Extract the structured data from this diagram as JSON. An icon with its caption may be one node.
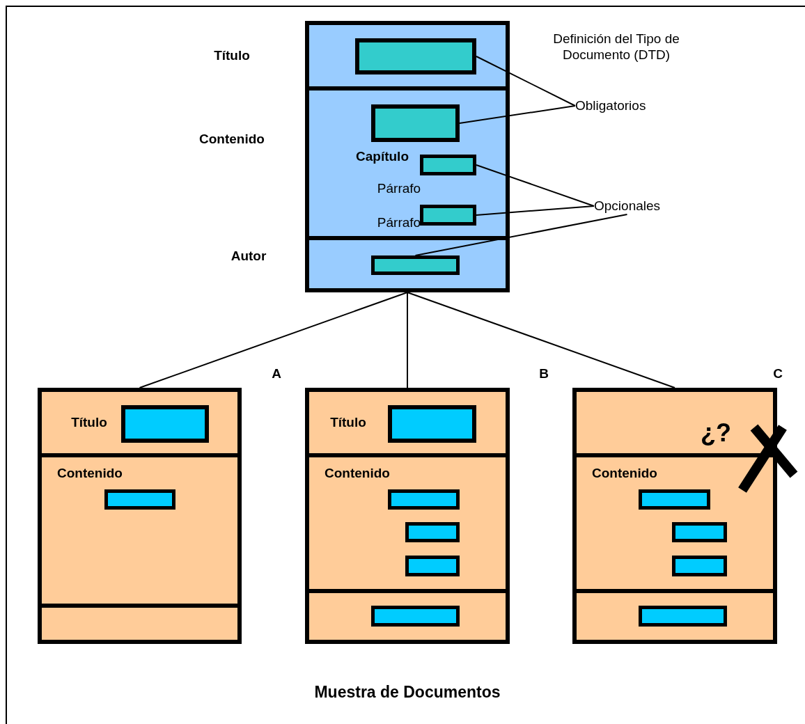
{
  "diagram": {
    "caption": "Muestra de Documentos",
    "nodes": [
      {
        "text": [
          "Definición del Tipo de Documento (DTD)"
        ]
      },
      {
        "text": [
          "Título"
        ],
        "in": 0
      },
      {
        "text": [],
        "shape": "box",
        "in": 1
      },
      {
        "text": [
          "Contenido"
        ],
        "in": 0
      },
      {
        "text": [],
        "shape": "box",
        "in": 3
      },
      {
        "text": [],
        "shape": "box",
        "in": 3,
        "beside": [
          "Capítulo"
        ]
      },
      {
        "text": [],
        "shape": "box",
        "in": 3
      },
      {
        "text": [
          "Autor"
        ],
        "in": 0
      },
      {
        "text": [],
        "shape": "box",
        "in": 7
      },
      {
        "text": [
          "Obligatorios"
        ]
      },
      {
        "text": [
          "Opcionales"
        ]
      },
      {
        "text": [
          "A"
        ]
      },
      {
        "text": [
          "Título"
        ],
        "in": 11
      },
      {
        "text": [],
        "shape": "box",
        "in": 12
      },
      {
        "text": [
          "Contenido"
        ],
        "in": 11
      },
      {
        "text": [],
        "shape": "box",
        "in": 14
      },
      {
        "text": [],
        "shape": "box",
        "in": 11
      },
      {
        "text": [
          "B"
        ]
      },
      {
        "text": [
          "Título"
        ],
        "in": 17
      },
      {
        "text": [],
        "shape": "box",
        "in": 18
      },
      {
        "text": [
          "Contenido"
        ],
        "in": 17
      },
      {
        "text": [],
        "shape": "box",
        "in": 20
      },
      {
        "text": [],
        "shape": "box",
        "in": 20
      },
      {
        "text": [],
        "shape": "box",
        "in": 20
      },
      {
        "text": [],
        "shape": "box",
        "in": 17
      },
      {
        "text": [],
        "shape": "box",
        "in": 24
      },
      {
        "text": [
          "C"
        ]
      },
      {
        "text": [
          "¿?"
        ],
        "in": 26
      },
      {
        "text": [
          "Contenido"
        ],
        "in": 26
      },
      {
        "text": [],
        "shape": "box",
        "in": 28
      },
      {
        "text": [],
        "shape": "box",
        "in": 28
      },
      {
        "text": [],
        "shape": "box",
        "in": 28
      },
      {
        "text": [],
        "shape": "box",
        "in": 26
      },
      {
        "text": [],
        "shape": "box",
        "in": 32
      }
    ],
    "edges": [
      {
        "from": 9,
        "to": 2,
        "arrow": "none"
      },
      {
        "from": 9,
        "to": 4,
        "arrow": "none"
      },
      {
        "from": 10,
        "to": 5,
        "arrow": "none"
      },
      {
        "from": 10,
        "to": 6,
        "arrow": "none"
      },
      {
        "from": 10,
        "to": 8,
        "arrow": "none"
      },
      {
        "from": 0,
        "to": 11,
        "arrow": "none"
      },
      {
        "from": 0,
        "to": 17,
        "arrow": "none"
      },
      {
        "from": 0,
        "to": 26,
        "arrow": "none"
      }
    ],
    "labels": [
      "Párrafo",
      "Párrafo"
    ]
  }
}
